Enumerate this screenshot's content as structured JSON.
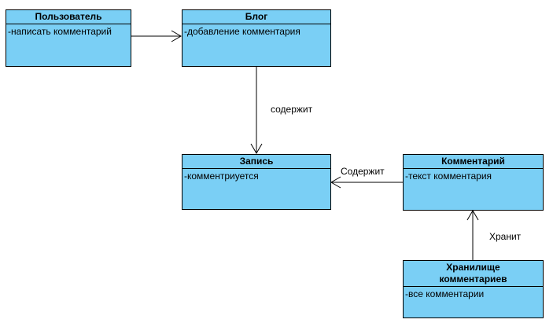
{
  "diagram": {
    "classes": {
      "user": {
        "name": "Пользователь",
        "attribute": "-написать комментарий"
      },
      "blog": {
        "name": "Блог",
        "attribute": "-добавление комментария"
      },
      "record": {
        "name": "Запись",
        "attribute": "-комментриуется"
      },
      "comment": {
        "name": "Комментарий",
        "attribute": "-текст комментария"
      },
      "storage": {
        "name": "Хранилище\nкомментариев",
        "attribute": "-все комментарии"
      }
    },
    "edges": {
      "blog_record": "содержит",
      "comment_record": "Содержит",
      "storage_comment": "Хранит"
    }
  }
}
